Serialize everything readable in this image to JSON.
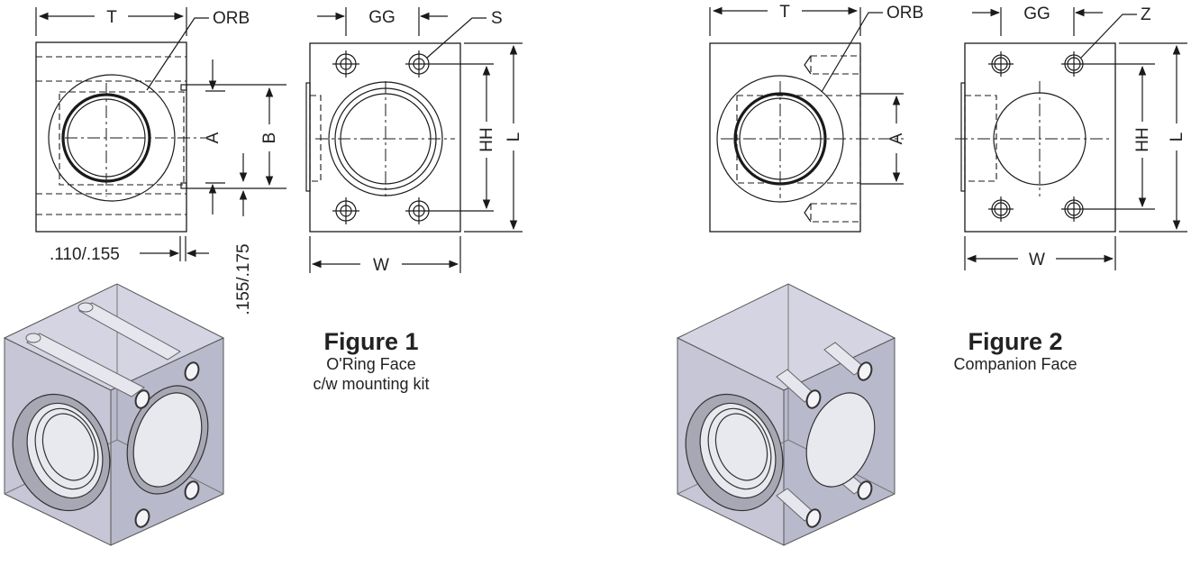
{
  "figure1": {
    "title": "Figure 1",
    "subtitle_line1": "O'Ring Face",
    "subtitle_line2": "c/w mounting kit",
    "labels": {
      "t": "T",
      "orb": "ORB",
      "gg": "GG",
      "s": "S",
      "a": "A",
      "b": "B",
      "hh": "HH",
      "l": "L",
      "w": "W",
      "dim_110_155": ".110/.155",
      "dim_155_175": ".155/.175"
    }
  },
  "figure2": {
    "title": "Figure 2",
    "subtitle": "Companion Face",
    "labels": {
      "t": "T",
      "orb": "ORB",
      "gg": "GG",
      "z": "Z",
      "a": "A",
      "hh": "HH",
      "l": "L",
      "w": "W"
    }
  },
  "colors": {
    "line": "#1a1a1a",
    "block_fill": "#c6c6d6",
    "background": "#ffffff"
  }
}
